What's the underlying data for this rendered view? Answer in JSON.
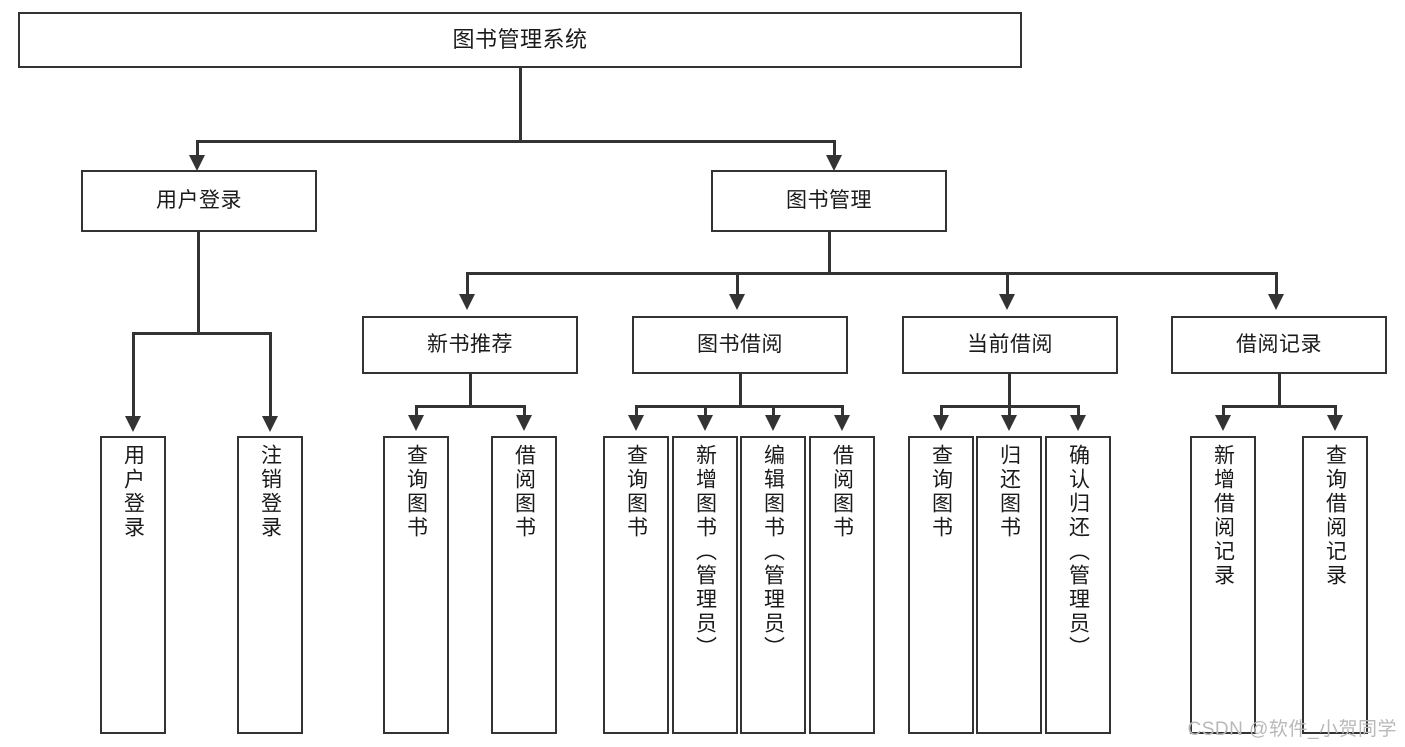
{
  "diagram": {
    "type": "tree-hierarchy",
    "title": "图书管理系统",
    "watermark": "CSDN @软件_小贺同学",
    "root": {
      "id": "root",
      "label": "图书管理系统",
      "orientation": "horizontal"
    },
    "level2": [
      {
        "id": "user-login",
        "label": "用户登录",
        "orientation": "horizontal"
      },
      {
        "id": "book-manage",
        "label": "图书管理",
        "orientation": "horizontal"
      }
    ],
    "level3": [
      {
        "id": "new-book-recommend",
        "label": "新书推荐",
        "orientation": "horizontal",
        "parent": "book-manage"
      },
      {
        "id": "book-borrow",
        "label": "图书借阅",
        "orientation": "horizontal",
        "parent": "book-manage"
      },
      {
        "id": "current-borrow",
        "label": "当前借阅",
        "orientation": "horizontal",
        "parent": "book-manage"
      },
      {
        "id": "borrow-record",
        "label": "借阅记录",
        "orientation": "horizontal",
        "parent": "book-manage"
      }
    ],
    "leaves": {
      "user_login": [
        {
          "id": "leaf-user-login",
          "label": "用户登录"
        },
        {
          "id": "leaf-logout-login",
          "label": "注销登录"
        }
      ],
      "new_book_recommend": [
        {
          "id": "leaf-query-book-1",
          "label": "查询图书"
        },
        {
          "id": "leaf-borrow-book-1",
          "label": "借阅图书"
        }
      ],
      "book_borrow": [
        {
          "id": "leaf-query-book-2",
          "label": "查询图书"
        },
        {
          "id": "leaf-add-book",
          "label": "新增图书（管理员）"
        },
        {
          "id": "leaf-edit-book",
          "label": "编辑图书（管理员）"
        },
        {
          "id": "leaf-borrow-book-2",
          "label": "借阅图书"
        }
      ],
      "current_borrow": [
        {
          "id": "leaf-query-book-3",
          "label": "查询图书"
        },
        {
          "id": "leaf-return-book",
          "label": "归还图书"
        },
        {
          "id": "leaf-confirm-return",
          "label": "确认归还（管理员）"
        }
      ],
      "borrow_record": [
        {
          "id": "leaf-add-record",
          "label": "新增借阅记录"
        },
        {
          "id": "leaf-query-record",
          "label": "查询借阅记录"
        }
      ]
    },
    "colors": {
      "stroke": "#333333",
      "fill": "#ffffff",
      "text": "#1a1a1a",
      "watermark": "#b9b9b9"
    }
  }
}
